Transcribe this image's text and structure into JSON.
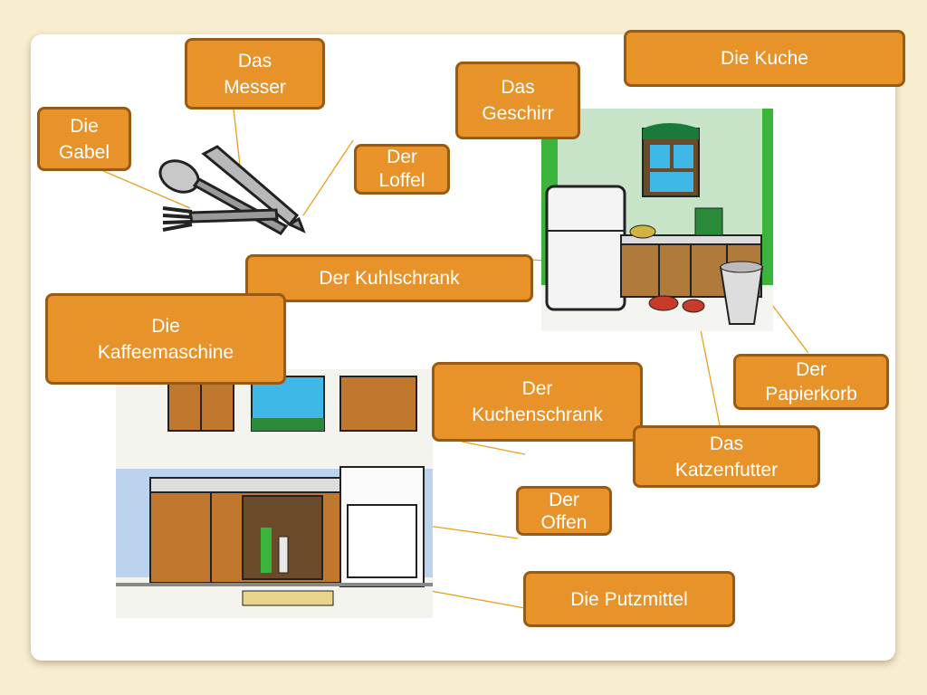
{
  "slide_title": "Die Kuche",
  "labels": {
    "messer": [
      "Das",
      "Messer"
    ],
    "gabel": [
      "Die",
      "Gabel"
    ],
    "loffel": [
      "Der",
      "Loffel"
    ],
    "geschirr": [
      "Das",
      "Geschirr"
    ],
    "kuhlschrank": "Der Kuhlschrank",
    "kaffeemaschine": [
      "Die",
      "Kaffeemaschine"
    ],
    "kuchenschrank": [
      "Der",
      "Kuchenschrank"
    ],
    "papierkorb": [
      "Der",
      "Papierkorb"
    ],
    "katzenfutter": [
      "Das",
      "Katzenfutter"
    ],
    "offen": [
      "Der",
      "Offen"
    ],
    "putzmittel": "Die Putzmittel"
  },
  "colors": {
    "label_fill": "#e8932a",
    "label_border": "#9a5a14",
    "leader_line": "#e8a020",
    "background": "#f8edcf"
  }
}
